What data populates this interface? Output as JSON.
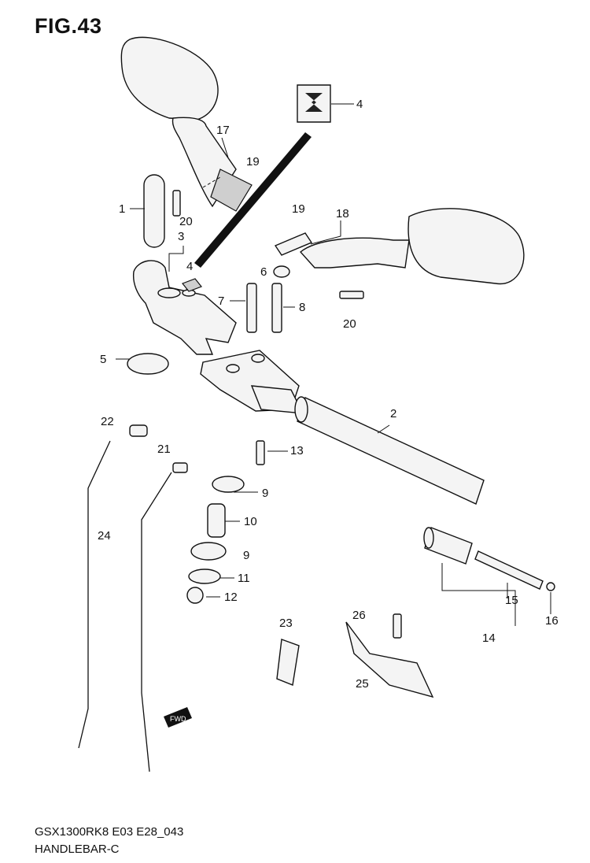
{
  "figure": {
    "title": "FIG.43",
    "model_code": "GSX1300RK8 E03 E28_043",
    "diagram_name": "HANDLEBAR-C"
  },
  "callouts": [
    {
      "id": "c1",
      "label": "1"
    },
    {
      "id": "c2",
      "label": "2"
    },
    {
      "id": "c3",
      "label": "3"
    },
    {
      "id": "c4a",
      "label": "4"
    },
    {
      "id": "c4b",
      "label": "4"
    },
    {
      "id": "c5",
      "label": "5"
    },
    {
      "id": "c6",
      "label": "6"
    },
    {
      "id": "c7",
      "label": "7"
    },
    {
      "id": "c8",
      "label": "8"
    },
    {
      "id": "c9a",
      "label": "9"
    },
    {
      "id": "c9b",
      "label": "9"
    },
    {
      "id": "c10",
      "label": "10"
    },
    {
      "id": "c11",
      "label": "11"
    },
    {
      "id": "c12",
      "label": "12"
    },
    {
      "id": "c13",
      "label": "13"
    },
    {
      "id": "c14",
      "label": "14"
    },
    {
      "id": "c15",
      "label": "15"
    },
    {
      "id": "c16",
      "label": "16"
    },
    {
      "id": "c17",
      "label": "17"
    },
    {
      "id": "c18",
      "label": "18"
    },
    {
      "id": "c19a",
      "label": "19"
    },
    {
      "id": "c19b",
      "label": "19"
    },
    {
      "id": "c20a",
      "label": "20"
    },
    {
      "id": "c20b",
      "label": "20"
    },
    {
      "id": "c21",
      "label": "21"
    },
    {
      "id": "c22",
      "label": "22"
    },
    {
      "id": "c23",
      "label": "23"
    },
    {
      "id": "c24",
      "label": "24"
    },
    {
      "id": "c25",
      "label": "25"
    },
    {
      "id": "c26",
      "label": "26"
    }
  ],
  "fwd_label": "FWD"
}
